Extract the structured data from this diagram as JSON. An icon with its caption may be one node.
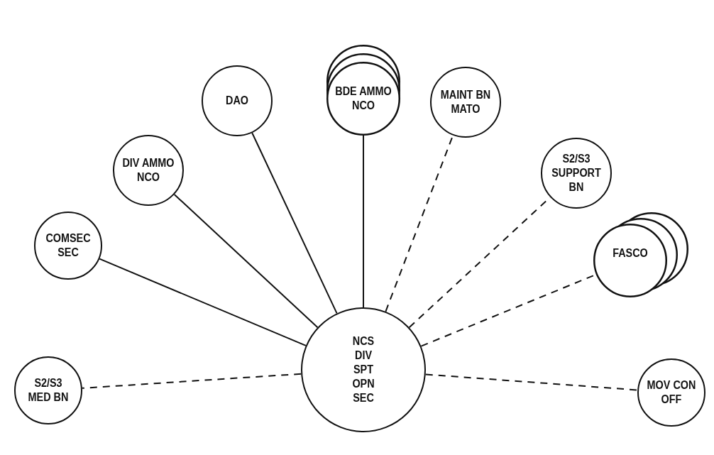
{
  "diagram": {
    "nodes": [
      {
        "text": [
          "NCS DIV SPT OPN SEC"
        ]
      },
      {
        "text": [
          "BDE AMMO NCO"
        ]
      },
      {
        "text": [
          "DAO"
        ]
      },
      {
        "text": [
          "MAINT BN MATO"
        ]
      },
      {
        "text": [
          "DIV AMMO NCO"
        ]
      },
      {
        "text": [
          "S2/S3 SUPPORT BN"
        ]
      },
      {
        "text": [
          "COMSEC SEC"
        ]
      },
      {
        "text": [
          "FASCO"
        ]
      },
      {
        "text": [
          "S2/S3 MED BN"
        ]
      },
      {
        "text": [
          "MOV CON OFF"
        ]
      }
    ],
    "edges": [
      {
        "from": 0,
        "to": 8,
        "arrow": "none",
        "style": "dashed"
      },
      {
        "from": 0,
        "to": 6,
        "arrow": "none"
      },
      {
        "from": 0,
        "to": 4,
        "arrow": "none"
      },
      {
        "from": 0,
        "to": 2,
        "arrow": "none"
      },
      {
        "from": 0,
        "to": 1,
        "arrow": "none"
      },
      {
        "from": 0,
        "to": 3,
        "arrow": "none",
        "style": "dashed"
      },
      {
        "from": 0,
        "to": 5,
        "arrow": "none",
        "style": "dashed"
      },
      {
        "from": 0,
        "to": 7,
        "arrow": "none",
        "style": "dashed"
      },
      {
        "from": 0,
        "to": 9,
        "arrow": "none",
        "style": "dashed"
      }
    ]
  }
}
